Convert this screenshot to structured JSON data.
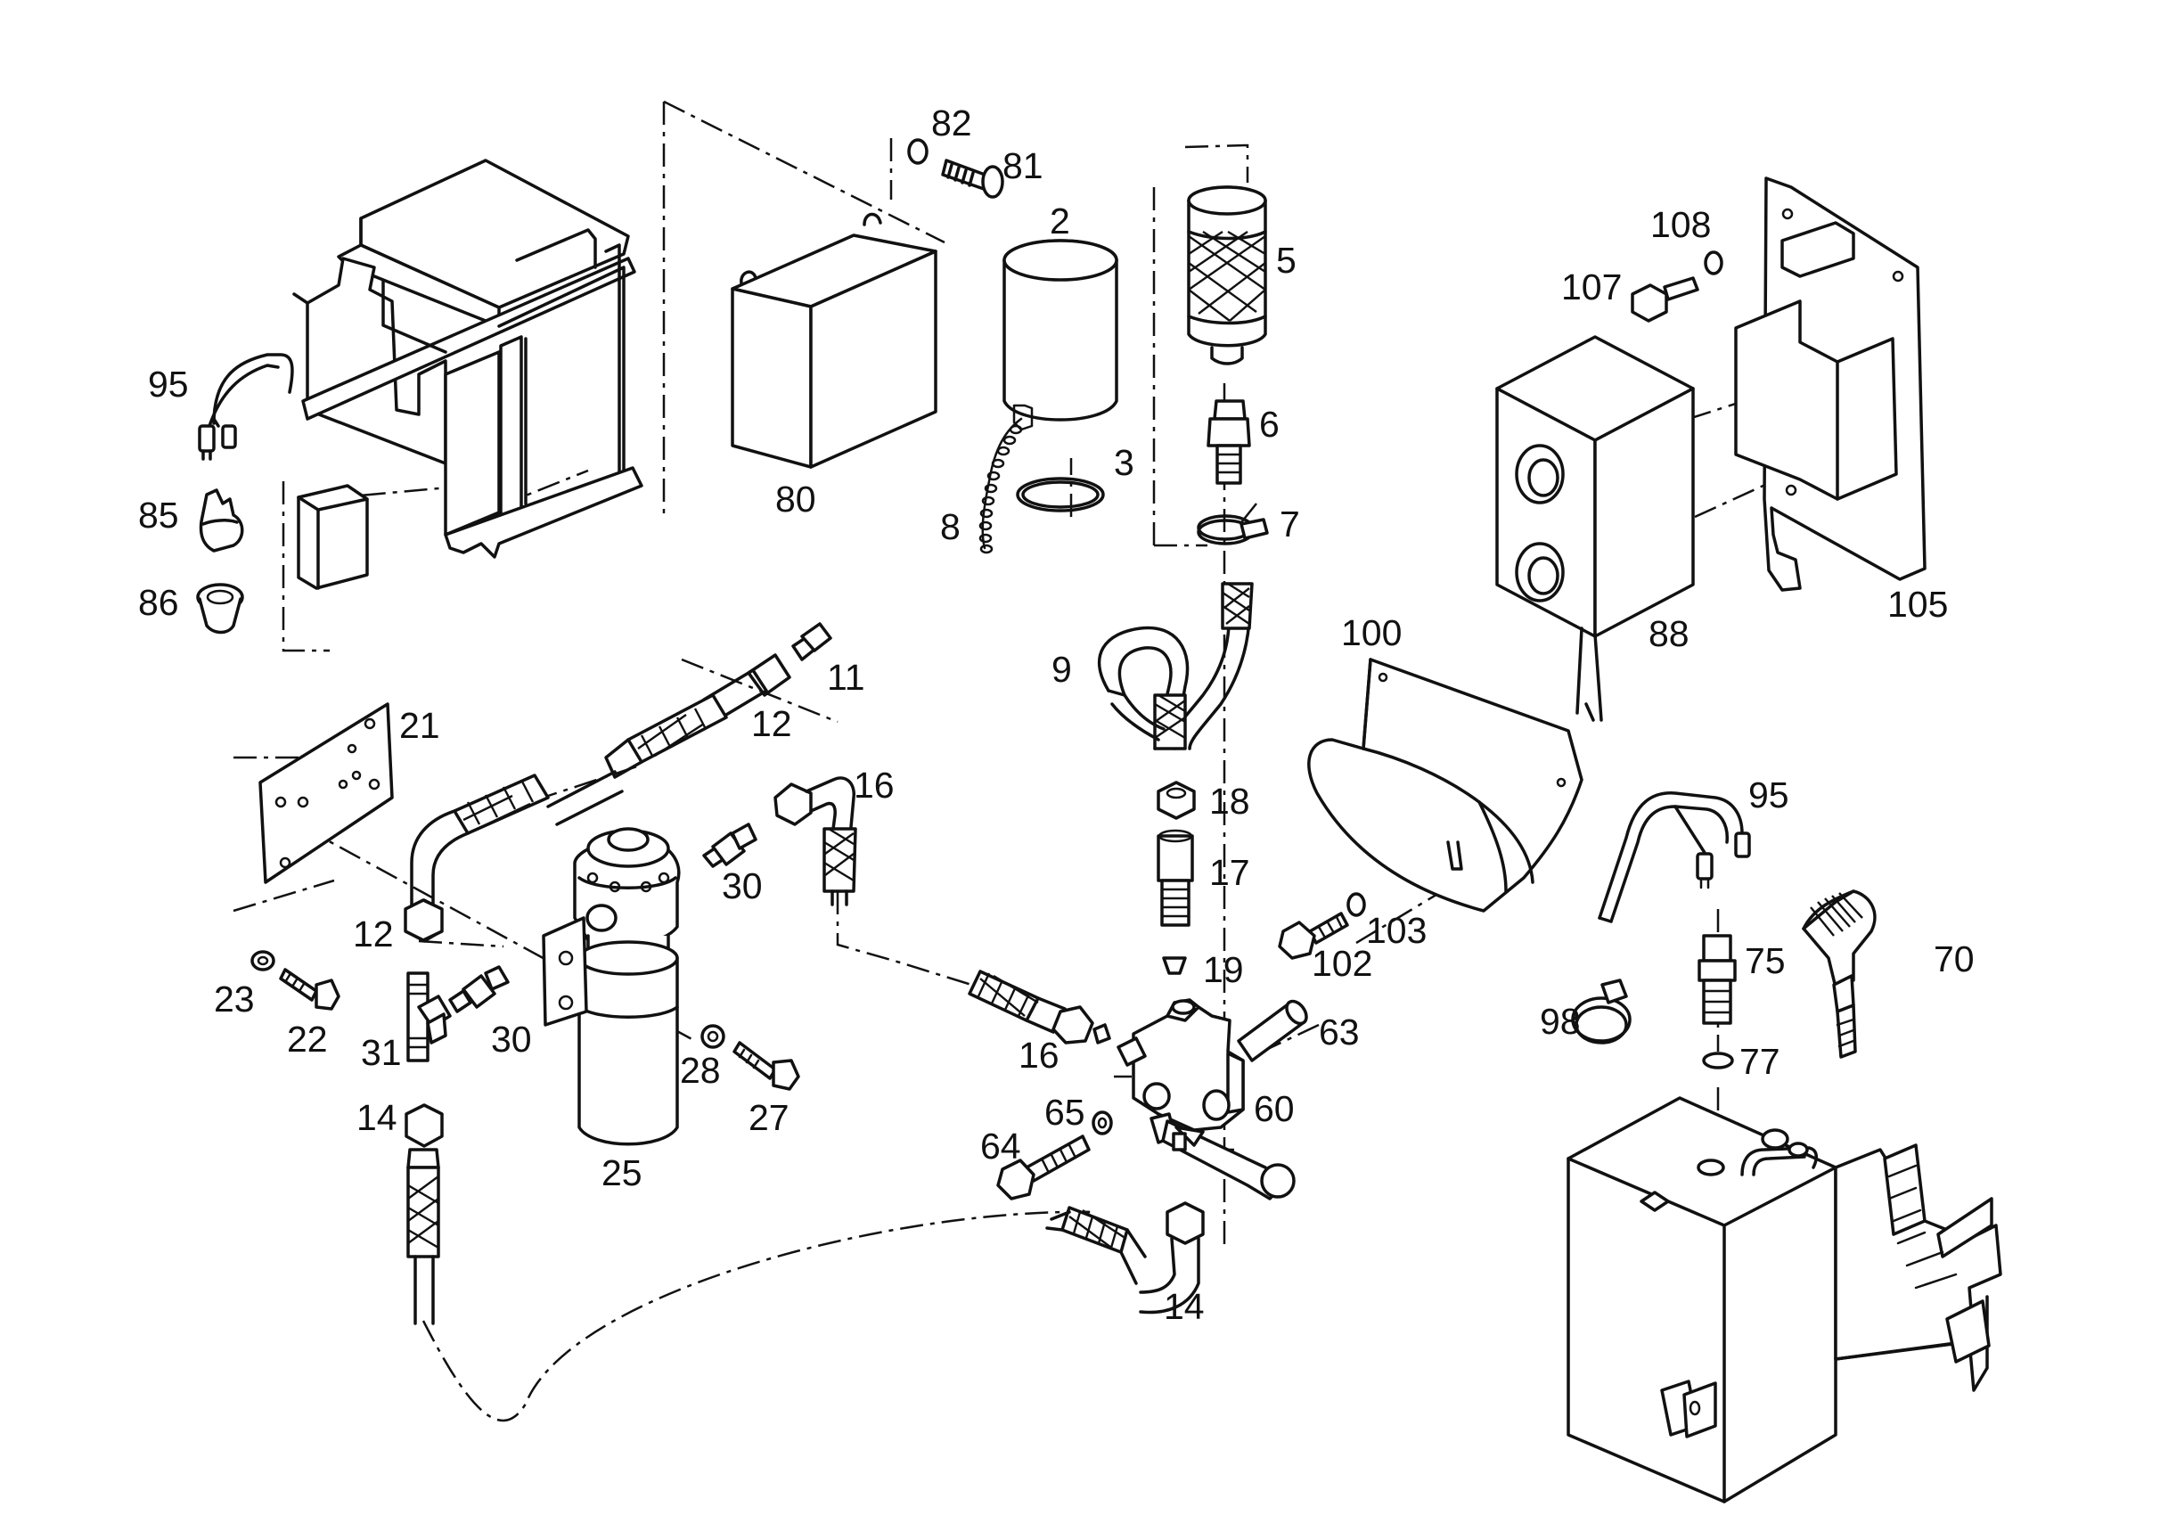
{
  "diagram": {
    "type": "exploded-parts-diagram",
    "part_numbers": {
      "p95_top": "95",
      "p85": "85",
      "p86": "86",
      "p82": "82",
      "p81": "81",
      "p80": "80",
      "p2": "2",
      "p3": "3",
      "p8": "8",
      "p5": "5",
      "p6": "6",
      "p7": "7",
      "p108": "108",
      "p107": "107",
      "p88": "88",
      "p105": "105",
      "p100": "100",
      "p9": "9",
      "p11": "11",
      "p12_upper": "12",
      "p21": "21",
      "p16_upper": "16",
      "p30_upper": "30",
      "p12_lower": "12",
      "p23": "23",
      "p22": "22",
      "p30_lower": "30",
      "p31": "31",
      "p28": "28",
      "p27": "27",
      "p14_left": "14",
      "p25": "25",
      "p18": "18",
      "p17": "17",
      "p19": "19",
      "p16_lower": "16",
      "p63": "63",
      "p60": "60",
      "p65": "65",
      "p64": "64",
      "p14_bottom": "14",
      "p103": "103",
      "p102": "102",
      "p95_right": "95",
      "p75": "75",
      "p70": "70",
      "p98": "98",
      "p77": "77"
    }
  }
}
